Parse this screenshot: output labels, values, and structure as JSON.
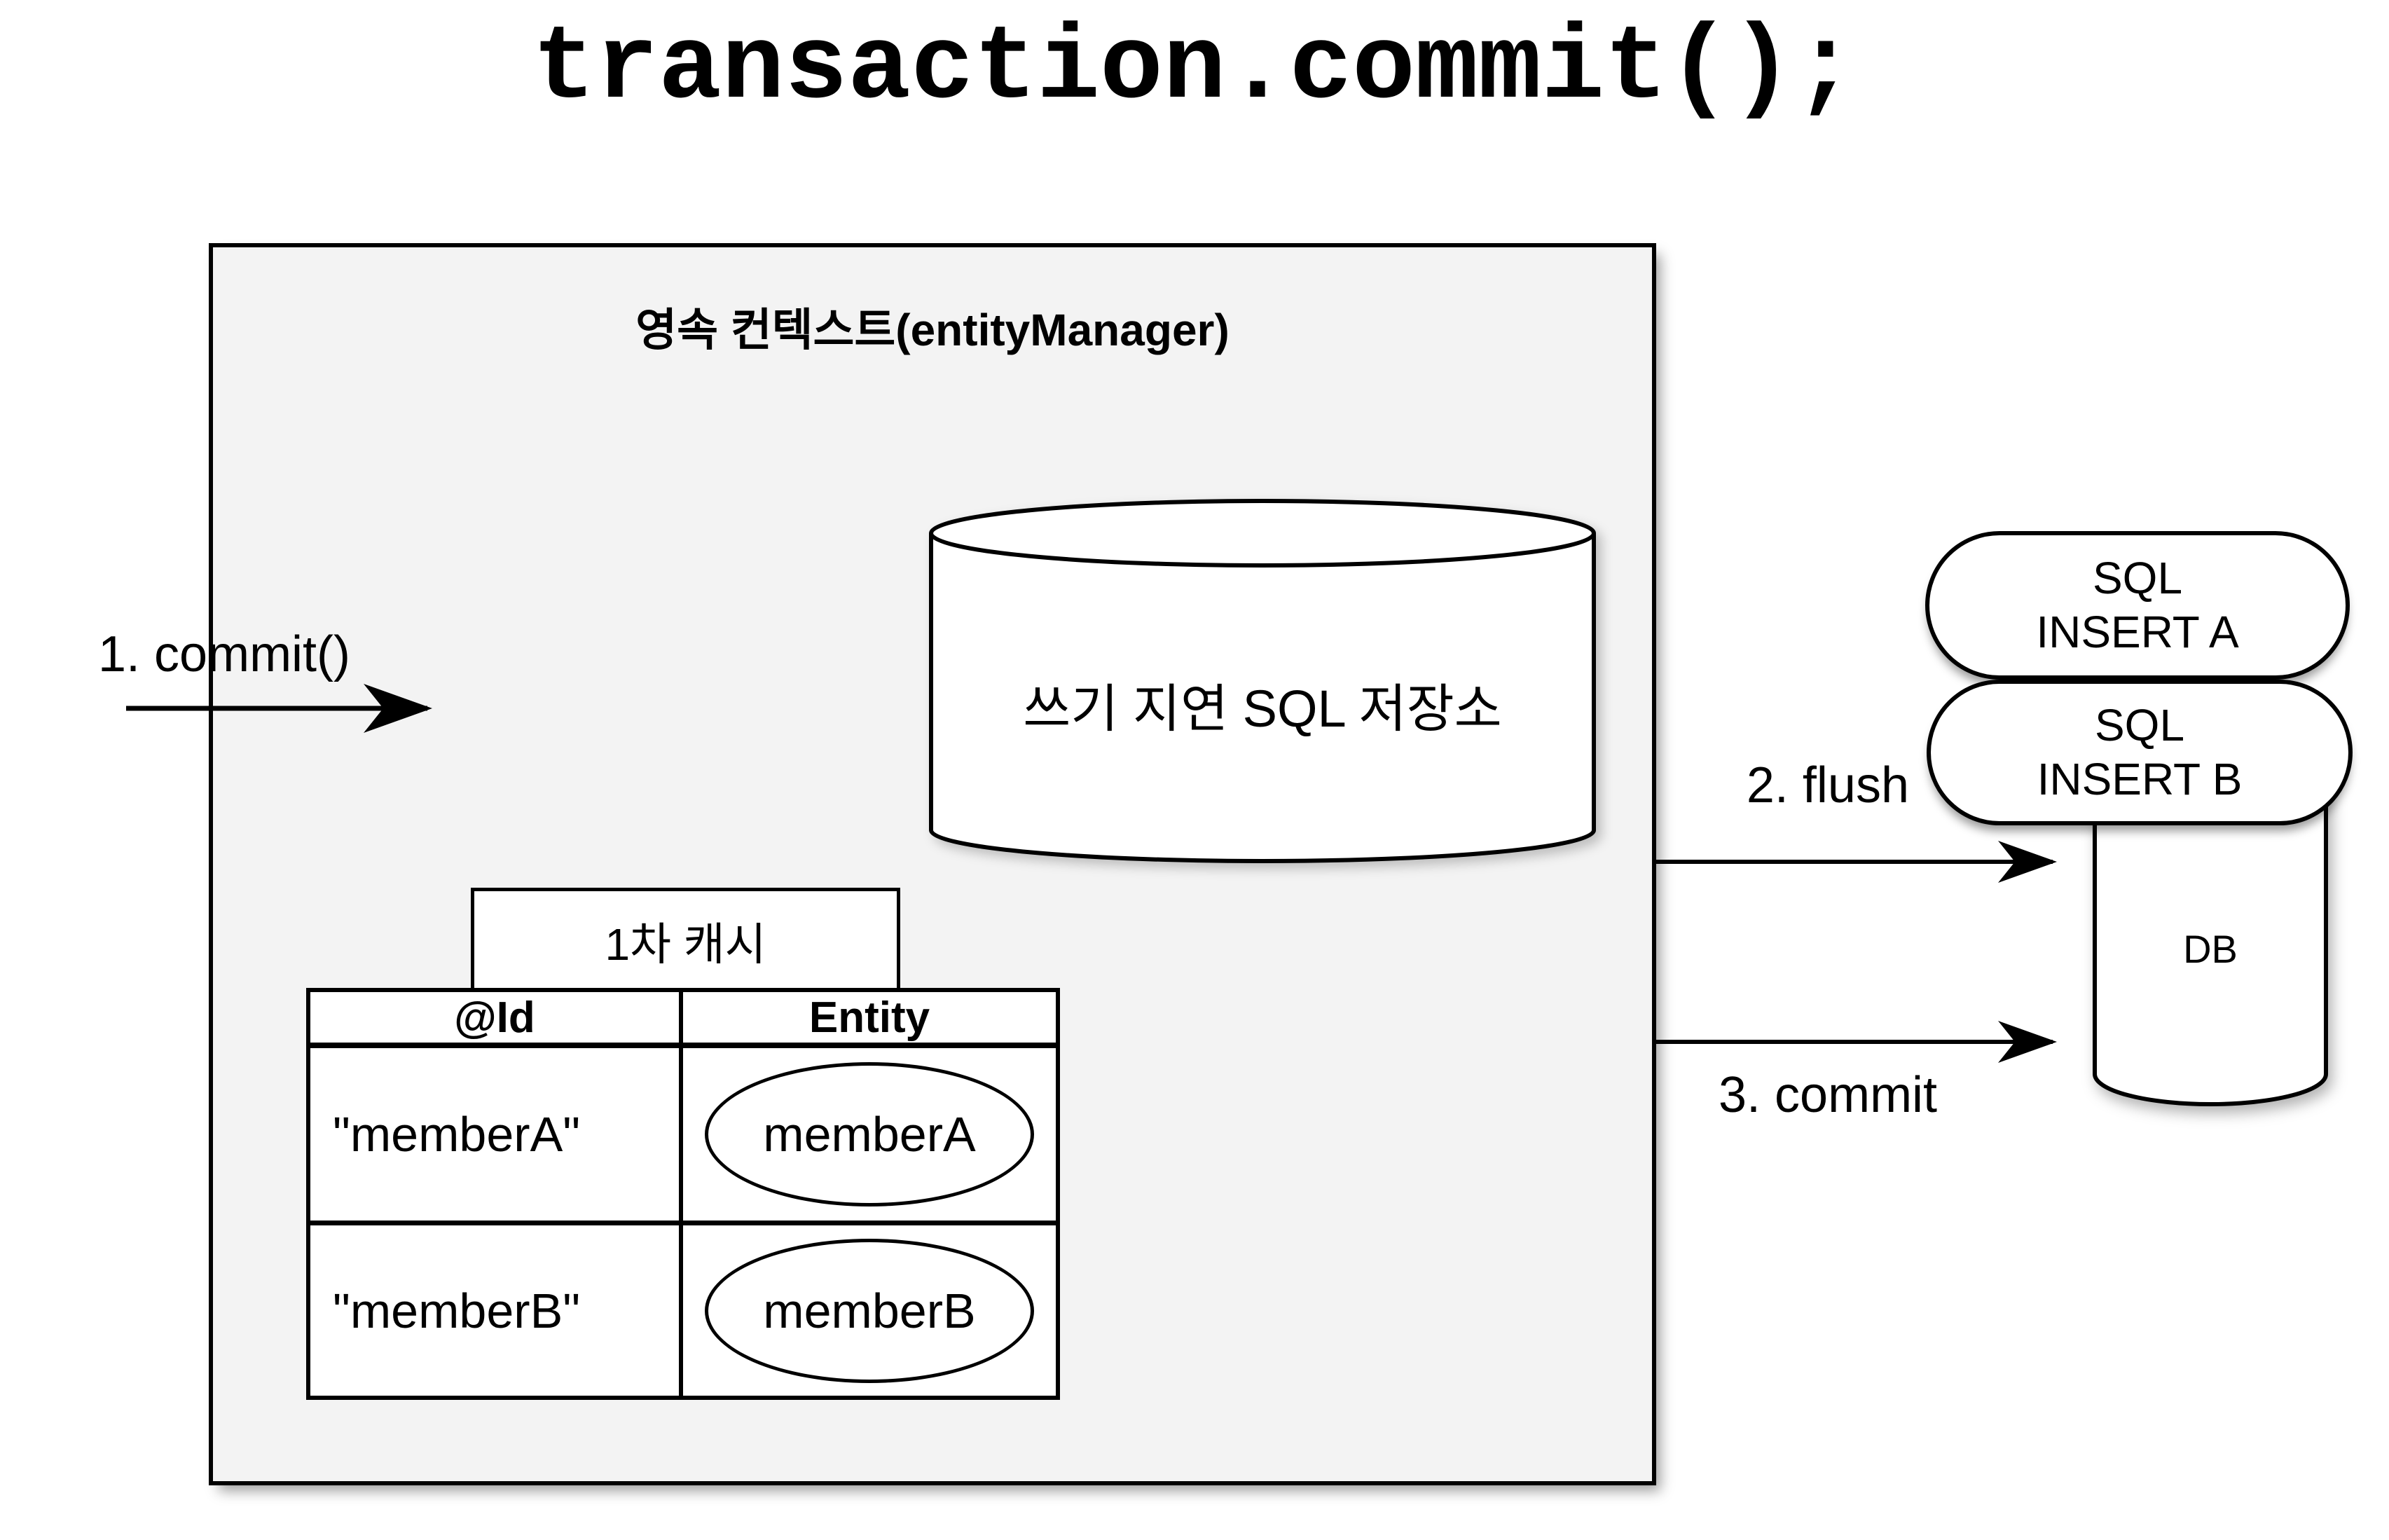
{
  "title": "transaction.commit();",
  "persistence_context": {
    "label": "영속 컨텍스트(entityManager)"
  },
  "write_behind_store": {
    "label": "쓰기 지연 SQL 저장소"
  },
  "first_level_cache": {
    "label": "1차 캐시",
    "columns": [
      "@Id",
      "Entity"
    ],
    "rows": [
      {
        "id": "\"memberA\"",
        "entity": "memberA"
      },
      {
        "id": "\"memberB\"",
        "entity": "memberB"
      }
    ]
  },
  "flow": {
    "step1": "1. commit()",
    "step2": "2. flush",
    "step3": "3. commit"
  },
  "sql_box_a": {
    "line1": "SQL",
    "line2": "INSERT A"
  },
  "sql_box_b": {
    "line1": "SQL",
    "line2": "INSERT B"
  },
  "database": {
    "label": "DB"
  },
  "colors": {
    "background": "#ffffff",
    "box_fill": "#f3f3f3",
    "shape_fill": "#ffffff",
    "stroke": "#000000"
  }
}
